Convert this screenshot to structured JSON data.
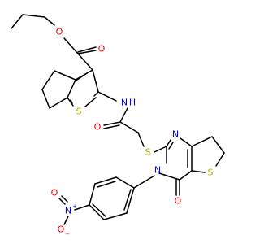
{
  "colors": {
    "bond": "#000000",
    "oxygen": "#ff0000",
    "nitrogen": "#0000ff",
    "sulfur": "#b2b200",
    "background": "#ffffff"
  },
  "atoms": {
    "ester_o_single": {
      "text": "O"
    },
    "ester_o_double": {
      "text": "O"
    },
    "thiophene1_s": {
      "text": "S"
    },
    "amide_n": {
      "text": "N"
    },
    "amide_h": {
      "text": "H"
    },
    "amide_o": {
      "text": "O"
    },
    "thioether_s": {
      "text": "S"
    },
    "pyrimidine_n1": {
      "text": "N"
    },
    "pyrimidine_n3": {
      "text": "N"
    },
    "thiophene2_s": {
      "text": "S"
    },
    "pyrimidinone_o": {
      "text": "O"
    },
    "nitro_n": {
      "text": "N"
    },
    "nitro_n_charge": {
      "text": "+"
    },
    "nitro_o_double": {
      "text": "O"
    },
    "nitro_o_minus": {
      "text": "O"
    },
    "nitro_o_charge": {
      "text": "−"
    }
  }
}
